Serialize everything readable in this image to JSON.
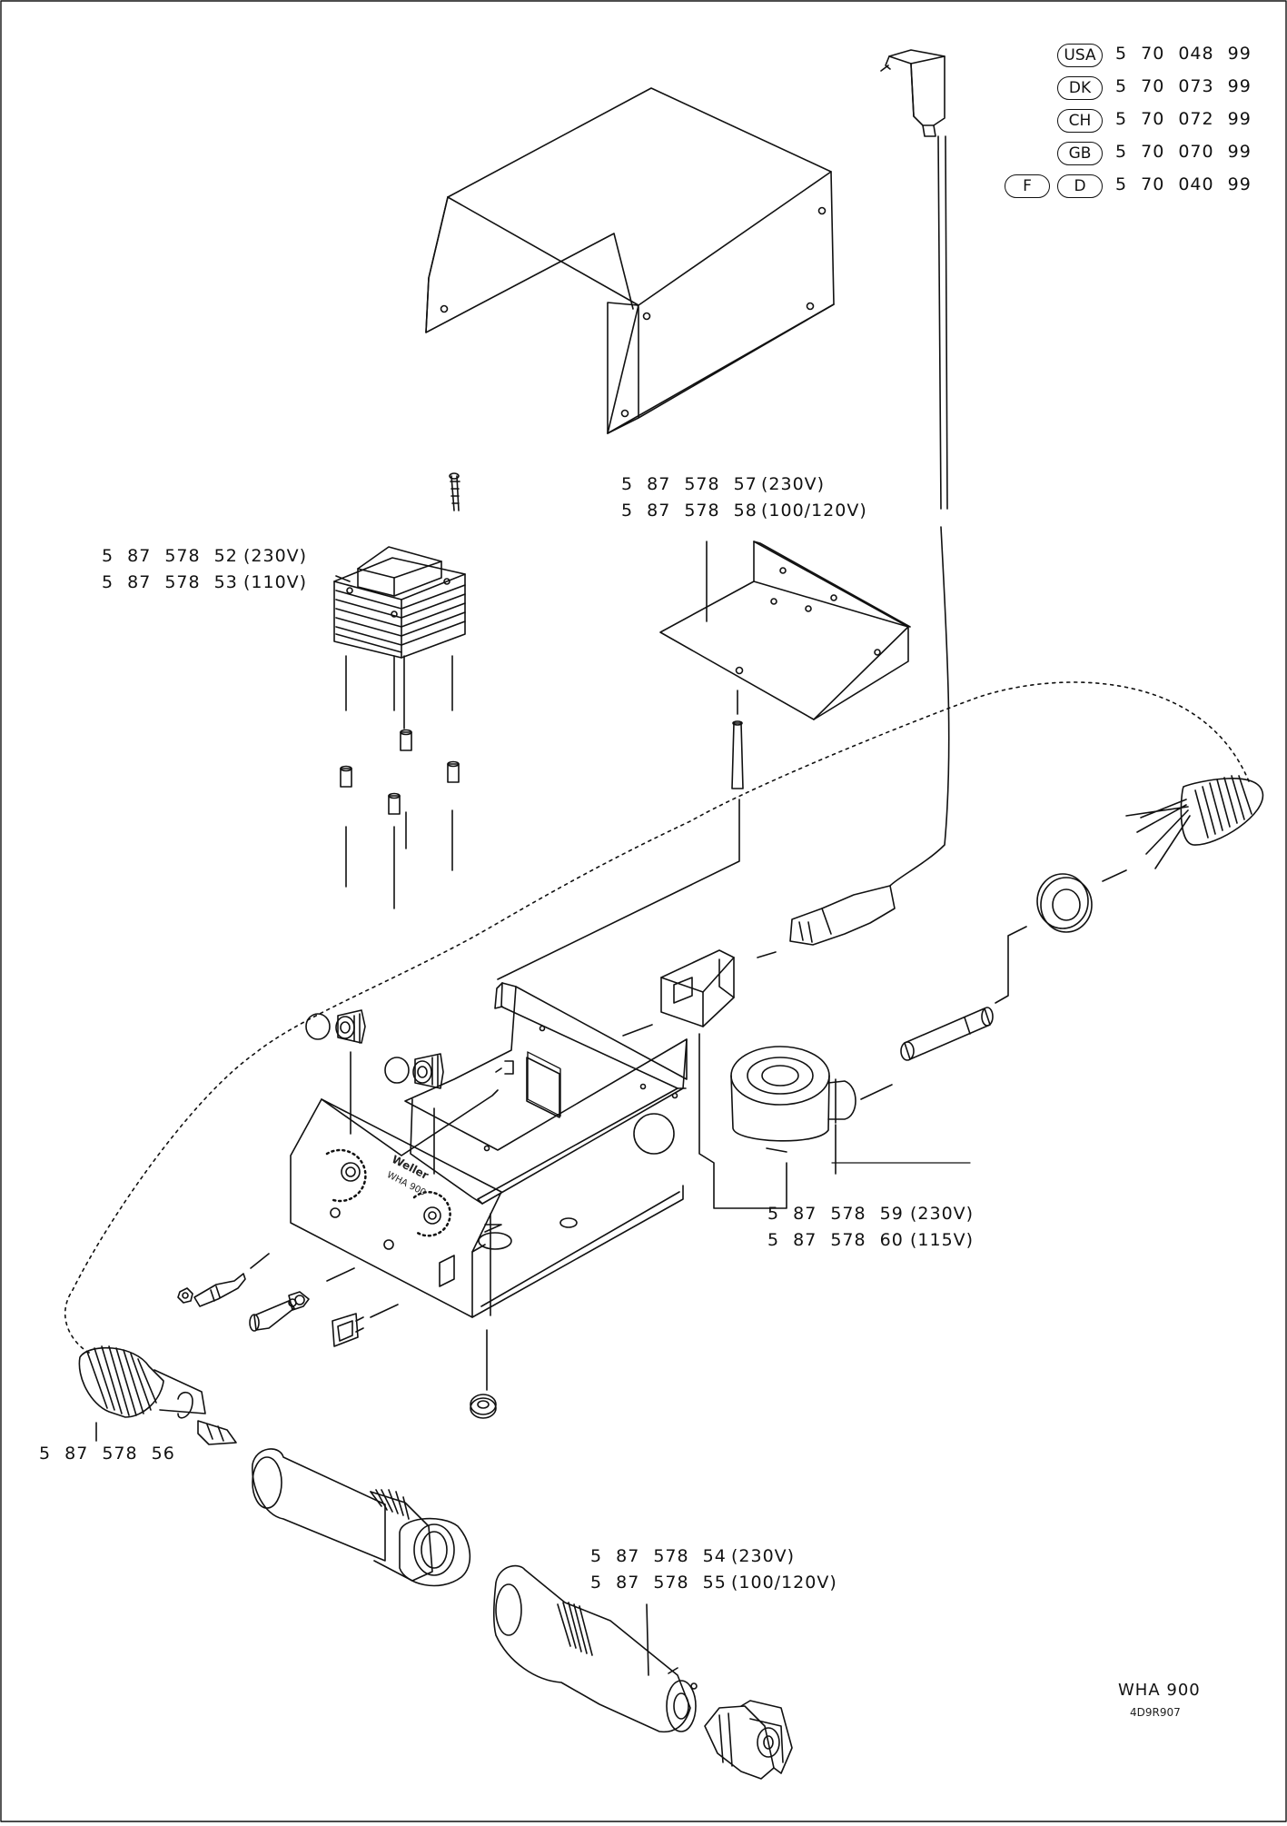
{
  "drawing": {
    "model": "WHA 900",
    "drawing_code": "4D9R907",
    "front_panel_brand": "Weller",
    "front_panel_model": "WHA 900"
  },
  "power_cords": [
    {
      "countries": [
        "USA"
      ],
      "part_number": "5 70 048 99"
    },
    {
      "countries": [
        "DK"
      ],
      "part_number": "5 70 073 99"
    },
    {
      "countries": [
        "CH"
      ],
      "part_number": "5 70 072 99"
    },
    {
      "countries": [
        "GB"
      ],
      "part_number": "5 70 070 99"
    },
    {
      "countries": [
        "F",
        "D"
      ],
      "part_number": "5 70 040 99"
    }
  ],
  "callouts": {
    "transformer": [
      {
        "part_number": "5 87 578 52",
        "voltage": "(230V)"
      },
      {
        "part_number": "5 87 578 53",
        "voltage": "(110V)"
      }
    ],
    "bracket": [
      {
        "part_number": "5 87 578 57",
        "voltage": "(230V)"
      },
      {
        "part_number": "5 87 578 58",
        "voltage": "(100/120V)"
      }
    ],
    "heater": [
      {
        "part_number": "5 87 578 59",
        "voltage": "(230V)"
      },
      {
        "part_number": "5 87 578 60",
        "voltage": "(115V)"
      }
    ],
    "hose": [
      {
        "part_number": "5 87 578 56",
        "voltage": ""
      }
    ],
    "heating_element": [
      {
        "part_number": "5 87 578 54",
        "voltage": "(230V)"
      },
      {
        "part_number": "5 87 578 55",
        "voltage": "(100/120V)"
      }
    ]
  }
}
